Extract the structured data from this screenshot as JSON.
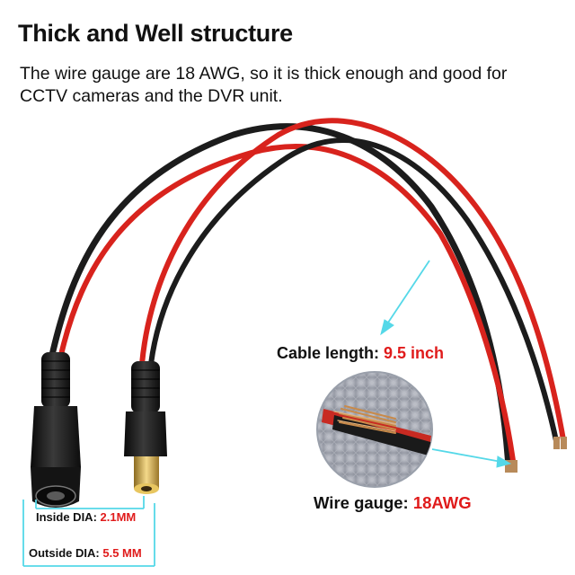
{
  "header": {
    "title": "Thick and Well structure",
    "description": "The wire gauge are 18 AWG, so it is thick enough and good for CCTV cameras and the DVR unit."
  },
  "annotations": {
    "cable_length": {
      "label": "Cable length:",
      "value": "9.5 inch"
    },
    "wire_gauge": {
      "label": "Wire gauge:",
      "value": "18AWG"
    },
    "inside_dia": {
      "label": "Inside DIA:",
      "value": "2.1MM"
    },
    "outside_dia": {
      "label": "Outside DIA:",
      "value": "5.5 MM"
    }
  },
  "colors": {
    "accent_red": "#e01b1b",
    "wire_red": "#d8231d",
    "wire_black": "#1c1c1c",
    "pointer_cyan": "#55d8e8"
  },
  "icons": {
    "product": "dc-power-pigtail-cable",
    "inset": "wire-cross-section-closeup"
  }
}
